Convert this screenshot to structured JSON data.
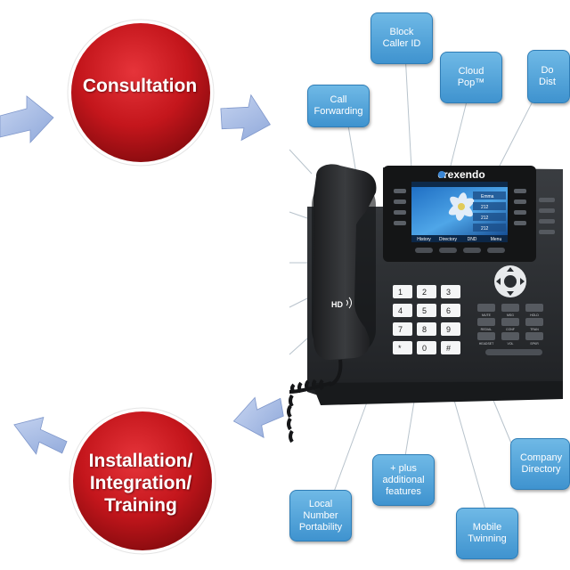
{
  "circles": {
    "consultation": "Consultation",
    "installation": "Installation/\nIntegration/\nTraining"
  },
  "features": {
    "block_caller_id": "Block\nCaller ID",
    "cloud_pop": "Cloud\nPop™",
    "do_not_disturb": "Do\nDist",
    "call_forwarding": "Call\nForwarding",
    "plus_additional": "+ plus\nadditional\nfeatures",
    "local_number_portability": "Local\nNumber\nPortability",
    "mobile_twinning": "Mobile\nTwinning",
    "company_directory": "Company\nDirectory"
  },
  "phone": {
    "brand": "crexendo",
    "hd_badge": "HD",
    "softkeys": [
      "History",
      "Directory",
      "DND",
      "Menu"
    ],
    "screen_lines": [
      "Emma",
      "212",
      "212",
      "212"
    ],
    "keypad": [
      "1",
      "2",
      "3",
      "4",
      "5",
      "6",
      "7",
      "8",
      "9",
      "*",
      "0",
      "#"
    ],
    "function_keys": [
      "MUTE",
      "MSG",
      "HOLD",
      "REDIAL",
      "CONF",
      "TRAN",
      "HEADSET",
      "VOL",
      "SPKR"
    ]
  },
  "colors": {
    "circle": "#c4161c",
    "feature_box": "#4a9dd6",
    "arrow": "#a9bde6",
    "phone_body": "#2d3033"
  }
}
